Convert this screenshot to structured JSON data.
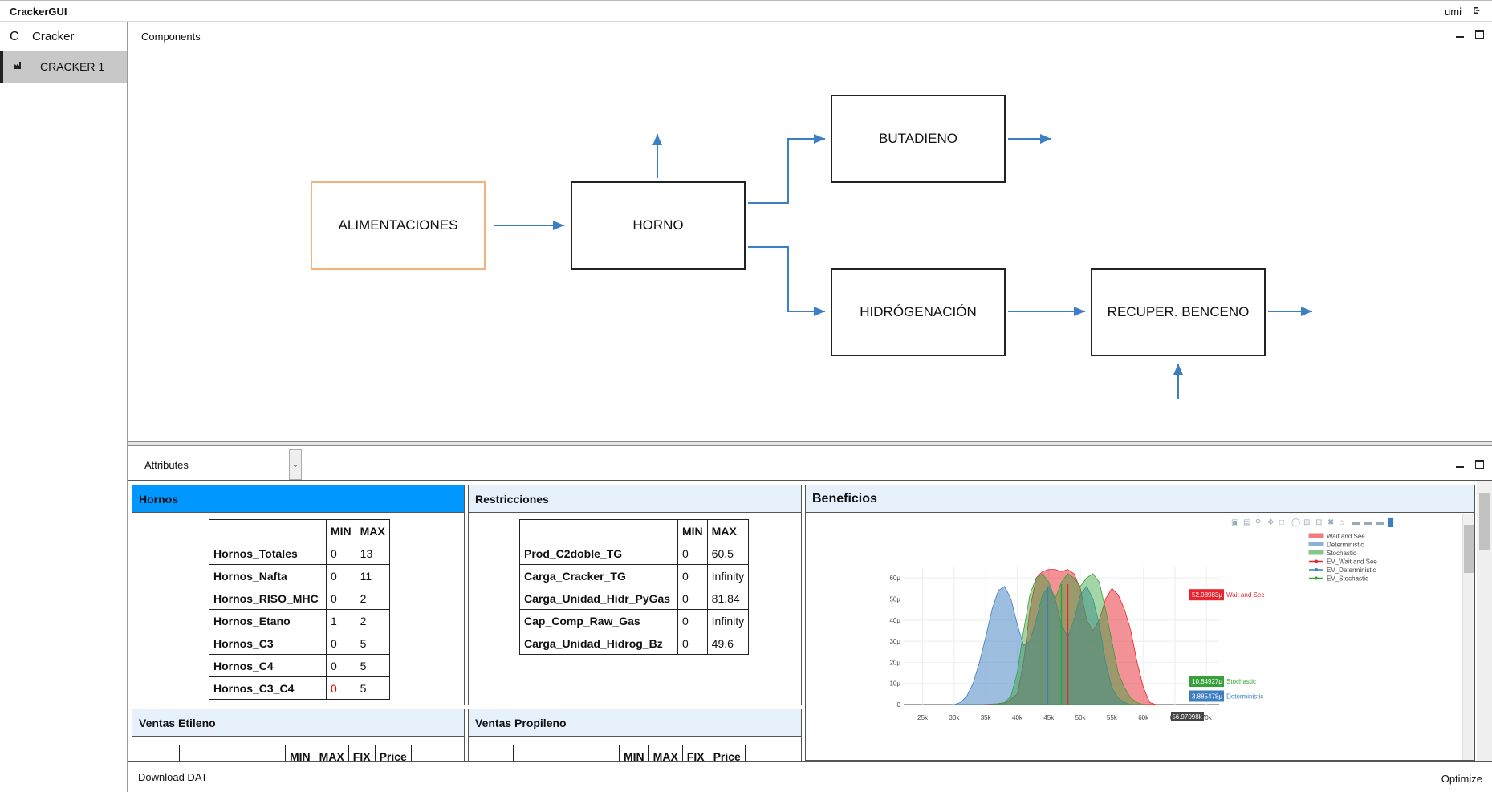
{
  "app": {
    "title": "CrackerGUI",
    "user": "umi",
    "logout_icon": "logout-icon"
  },
  "sidebar": {
    "header": {
      "icon_letter": "C",
      "label": "Cracker"
    },
    "items": [
      {
        "label": "CRACKER 1",
        "icon": "factory-icon"
      }
    ]
  },
  "components": {
    "title": "Components",
    "nodes": [
      {
        "id": "alimentaciones",
        "label": "ALIMENTACIONES",
        "selected": true
      },
      {
        "id": "horno",
        "label": "HORNO"
      },
      {
        "id": "butadieno",
        "label": "BUTADIENO"
      },
      {
        "id": "hidrogenacion",
        "label": "HIDRÓGENACIÓN"
      },
      {
        "id": "recuper",
        "label": "RECUPER. BENCENO"
      }
    ],
    "arrow_color": "#3c7fc2",
    "selected_color": "#f5b27a"
  },
  "attributes": {
    "selector_label": "Attributes",
    "hornos": {
      "title": "Hornos",
      "headers": [
        "",
        "MIN",
        "MAX"
      ],
      "rows": [
        [
          "Hornos_Totales",
          "0",
          "13"
        ],
        [
          "Hornos_Nafta",
          "0",
          "11"
        ],
        [
          "Hornos_RISO_MHC",
          "0",
          "2"
        ],
        [
          "Hornos_Etano",
          "1",
          "2"
        ],
        [
          "Hornos_C3",
          "0",
          "5"
        ],
        [
          "Hornos_C4",
          "0",
          "5"
        ],
        [
          "Hornos_C3_C4",
          "0",
          "5"
        ]
      ]
    },
    "restricciones": {
      "title": "Restricciones",
      "headers": [
        "",
        "MIN",
        "MAX"
      ],
      "rows": [
        [
          "Prod_C2doble_TG",
          "0",
          "60.5"
        ],
        [
          "Carga_Cracker_TG",
          "0",
          "Infinity"
        ],
        [
          "Carga_Unidad_Hidr_PyGas",
          "0",
          "81.84"
        ],
        [
          "Cap_Comp_Raw_Gas",
          "0",
          "Infinity"
        ],
        [
          "Carga_Unidad_Hidrog_Bz",
          "0",
          "49.6"
        ]
      ]
    },
    "ventas_etileno": {
      "title": "Ventas Etileno",
      "headers": [
        "",
        "MIN",
        "MAX",
        "FIX",
        "Price"
      ]
    },
    "ventas_propileno": {
      "title": "Ventas Propileno",
      "headers": [
        "",
        "MIN",
        "MAX",
        "FIX",
        "Price"
      ]
    },
    "beneficios": {
      "title": "Beneficios"
    }
  },
  "chart_data": {
    "type": "area",
    "title": "Beneficios",
    "xlabel": "",
    "ylabel": "",
    "x_ticks": [
      "25k",
      "30k",
      "35k",
      "40k",
      "45k",
      "50k",
      "55k",
      "60k",
      "65k",
      "70k"
    ],
    "y_ticks": [
      "0",
      "10μ",
      "20μ",
      "30μ",
      "40μ",
      "50μ",
      "60μ"
    ],
    "xlim": [
      22000,
      72000
    ],
    "ylim": [
      0,
      65
    ],
    "grid": true,
    "legend_position": "top-right",
    "series": [
      {
        "name": "Wait and See",
        "color": "#e8252e",
        "x": [
          34000,
          38000,
          40000,
          41000,
          42000,
          43000,
          44000,
          45000,
          46000,
          47000,
          48000,
          49000,
          50000,
          51000,
          52000,
          53000,
          54000,
          55000,
          56000,
          57000,
          58000,
          59000,
          60000,
          61000,
          62000
        ],
        "y": [
          0,
          0.5,
          5,
          20,
          45,
          60,
          63,
          64,
          64,
          63,
          64,
          62,
          55,
          40,
          35,
          40,
          50,
          55,
          52,
          45,
          35,
          20,
          8,
          1,
          0
        ]
      },
      {
        "name": "Deterministic",
        "color": "#3d7ec1",
        "x": [
          30000,
          31000,
          32000,
          33000,
          34000,
          35000,
          36000,
          37000,
          38000,
          39000,
          40000,
          41000,
          42000,
          43000,
          44000,
          45000,
          46000,
          47000,
          48000,
          49000,
          50000,
          51000,
          52000,
          53000,
          54000,
          55000,
          56000,
          57000,
          58000
        ],
        "y": [
          0,
          1,
          4,
          10,
          20,
          32,
          45,
          54,
          56,
          50,
          38,
          28,
          30,
          40,
          52,
          56,
          50,
          38,
          32,
          40,
          52,
          56,
          50,
          38,
          20,
          8,
          3,
          1,
          0
        ]
      },
      {
        "name": "Stochastic",
        "color": "#36a13b",
        "x": [
          36000,
          38000,
          39000,
          40000,
          41000,
          42000,
          43000,
          44000,
          45000,
          46000,
          47000,
          48000,
          49000,
          50000,
          51000,
          52000,
          53000,
          54000,
          55000,
          56000,
          57000,
          58000,
          59000,
          60000
        ],
        "y": [
          0,
          1,
          4,
          15,
          35,
          52,
          60,
          62,
          58,
          50,
          58,
          62,
          60,
          56,
          60,
          62,
          58,
          45,
          30,
          15,
          8,
          3,
          1,
          0
        ]
      }
    ],
    "markers": [
      {
        "name": "EV_Wait and See",
        "x": 48000,
        "label": "52.08983μ",
        "color": "#e8252e"
      },
      {
        "name": "EV_Deterministic",
        "x": 44800,
        "label": "3.885478μ",
        "color": "#3d7ec1"
      },
      {
        "name": "EV_Stochastic",
        "x": 47000,
        "label": "10.84927μ",
        "color": "#36a13b"
      }
    ],
    "hover_x_label": "56.97098k"
  },
  "footer": {
    "download_label": "Download DAT",
    "optimize_label": "Optimize"
  }
}
